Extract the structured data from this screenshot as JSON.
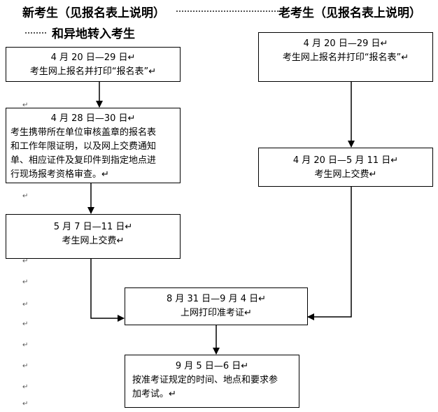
{
  "headers": {
    "new_line1": "新考生（见报名表上说明）",
    "new_line2": "和异地转入考生",
    "old": "老考生（见报名表上说明）"
  },
  "paragraph_mark": "↵",
  "boxes": {
    "new_step1": {
      "date": "4 月 20 日—29 日↵",
      "text": "考生网上报名并打印“报名表”↵"
    },
    "new_step2": {
      "date": "4 月 28 日—30 日↵",
      "lines": [
        "考生携带所在单位审核盖章的报名表",
        "和工作年限证明，以及网上交费通知",
        "单、相应证件及复印件到指定地点进",
        "行现场报考资格审查。↵"
      ]
    },
    "new_step3": {
      "date": "5 月 7 日—11 日↵",
      "text": "考生网上交费↵"
    },
    "old_step1": {
      "date": "4 月 20 日—29 日↵",
      "text": "考生网上报名并打印“报名表”↵"
    },
    "old_step2": {
      "date": "4 月 20 日—5 月 11 日↵",
      "text": "考生网上交费↵"
    },
    "merge_step": {
      "date": "8 月 31 日—9 月 4 日↵",
      "text": "上网打印准考证↵"
    },
    "final_step": {
      "date": "9 月 5 日—6 日↵",
      "lines": [
        "按准考证规定的时间、地点和要求参",
        "加考试。↵"
      ]
    }
  }
}
